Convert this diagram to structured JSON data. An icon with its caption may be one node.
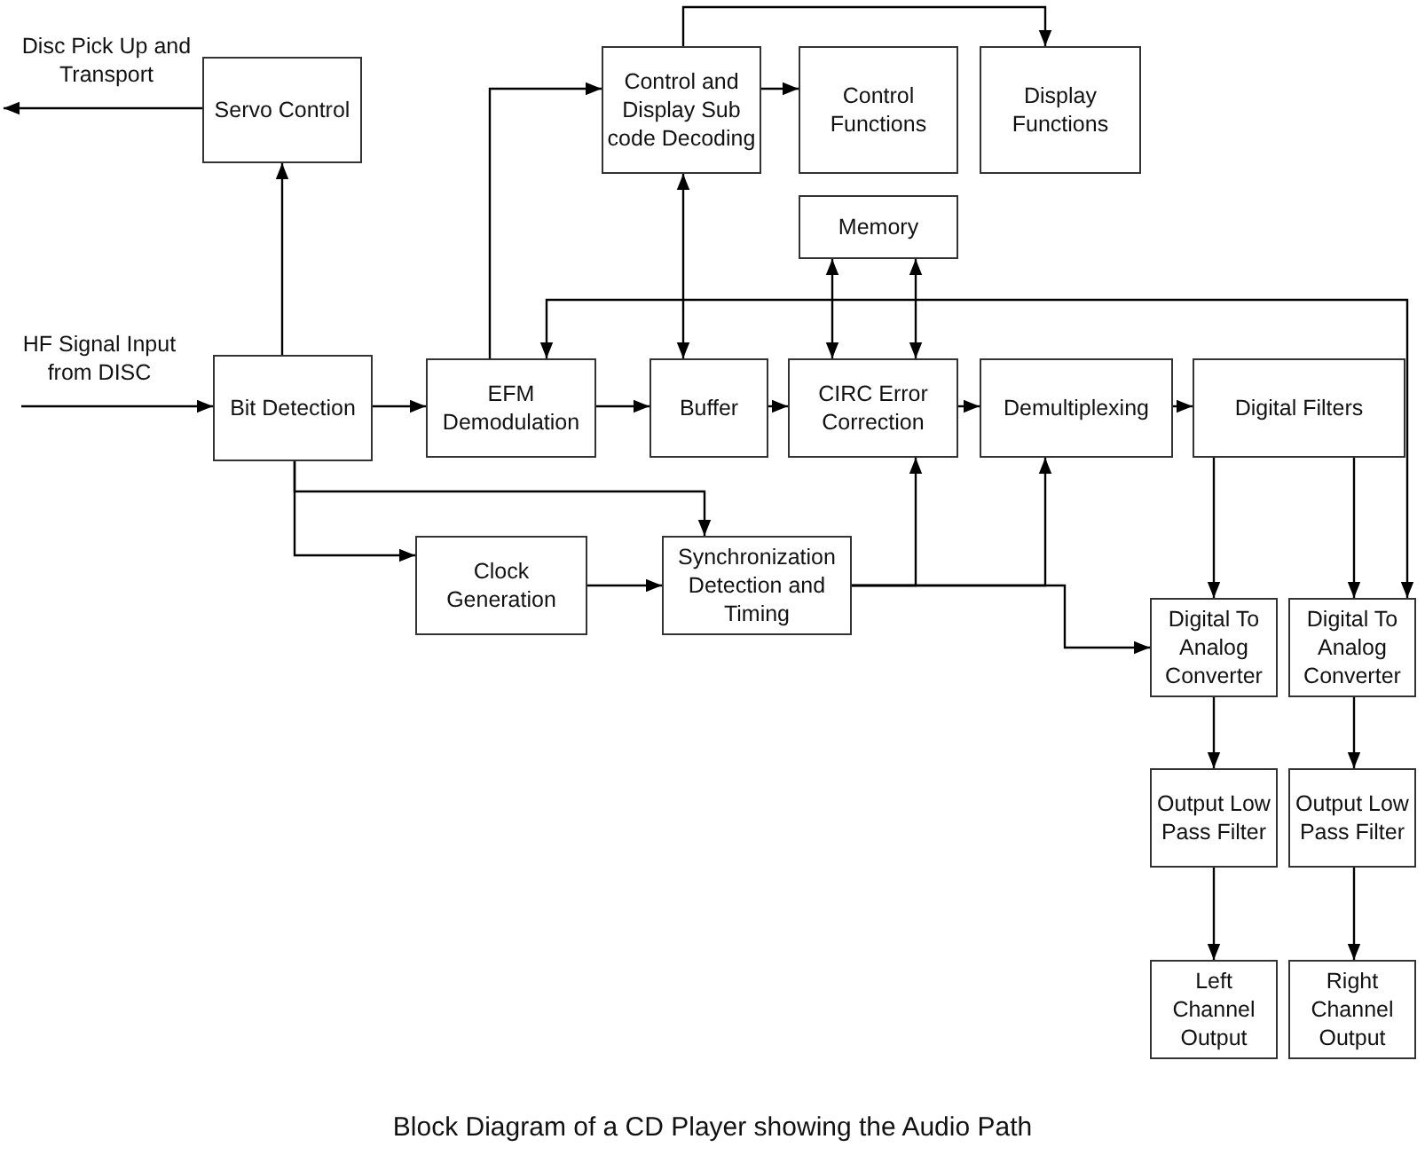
{
  "diagram": {
    "caption": "Block Diagram of a CD Player showing the Audio Path",
    "nodes": [
      {
        "text": [
          "Servo Control"
        ]
      },
      {
        "text": [
          "Bit Detection"
        ]
      },
      {
        "text": [
          "EFM Demodulation"
        ]
      },
      {
        "text": [
          "Control and Display Sub code Decoding"
        ]
      },
      {
        "text": [
          "Control Functions"
        ]
      },
      {
        "text": [
          "Display Functions"
        ]
      },
      {
        "text": [
          "Memory"
        ]
      },
      {
        "text": [
          "Buffer"
        ]
      },
      {
        "text": [
          "CIRC Error Correction"
        ]
      },
      {
        "text": [
          "Demultiplexing"
        ]
      },
      {
        "text": [
          "Digital Filters"
        ]
      },
      {
        "text": [
          "Clock Generation"
        ]
      },
      {
        "text": [
          "Synchronization Detection and Timing"
        ]
      },
      {
        "text": [
          "Digital To Analog Converter"
        ]
      },
      {
        "text": [
          "Digital To Analog Converter"
        ]
      },
      {
        "text": [
          "Output Low Pass Filter"
        ]
      },
      {
        "text": [
          "Output Low Pass Filter"
        ]
      },
      {
        "text": [
          "Left Channel Output"
        ]
      },
      {
        "text": [
          "Right Channel Output"
        ]
      }
    ],
    "edges": [
      {
        "from": 0,
        "to": null,
        "arrow": "to",
        "label": "Disc Pick Up and Transport"
      },
      {
        "from": null,
        "to": 1,
        "arrow": "to",
        "label": "HF Signal Input from DISC"
      },
      {
        "from": 1,
        "to": 0,
        "arrow": "to"
      },
      {
        "from": 1,
        "to": 2,
        "arrow": "to"
      },
      {
        "from": 2,
        "to": 3,
        "arrow": "to"
      },
      {
        "from": 3,
        "to": 4,
        "arrow": "to"
      },
      {
        "from": 3,
        "to": 5,
        "arrow": "to"
      },
      {
        "from": 3,
        "to": 7,
        "arrow": "both"
      },
      {
        "from": 2,
        "to": 7,
        "arrow": "to"
      },
      {
        "from": 6,
        "to": 8,
        "arrow": "both"
      },
      {
        "from": 6,
        "to": 8,
        "arrow": "both"
      },
      {
        "from": 7,
        "to": 8,
        "arrow": "to"
      },
      {
        "from": 8,
        "to": 9,
        "arrow": "to"
      },
      {
        "from": 9,
        "to": 10,
        "arrow": "to"
      },
      {
        "from": 10,
        "to": 13,
        "arrow": "to"
      },
      {
        "from": 10,
        "to": 14,
        "arrow": "to"
      },
      {
        "from": 1,
        "to": 11,
        "arrow": "to"
      },
      {
        "from": 1,
        "to": 12,
        "arrow": "to"
      },
      {
        "from": 11,
        "to": 12,
        "arrow": "to"
      },
      {
        "from": 12,
        "to": 8,
        "arrow": "to"
      },
      {
        "from": 12,
        "to": 9,
        "arrow": "to"
      },
      {
        "from": 12,
        "to": 13,
        "arrow": "to"
      },
      {
        "from": 2,
        "to": 14,
        "arrow": "both"
      },
      {
        "from": 13,
        "to": 15,
        "arrow": "to"
      },
      {
        "from": 14,
        "to": 16,
        "arrow": "to"
      },
      {
        "from": 15,
        "to": 17,
        "arrow": "to"
      },
      {
        "from": 16,
        "to": 18,
        "arrow": "to"
      }
    ]
  }
}
